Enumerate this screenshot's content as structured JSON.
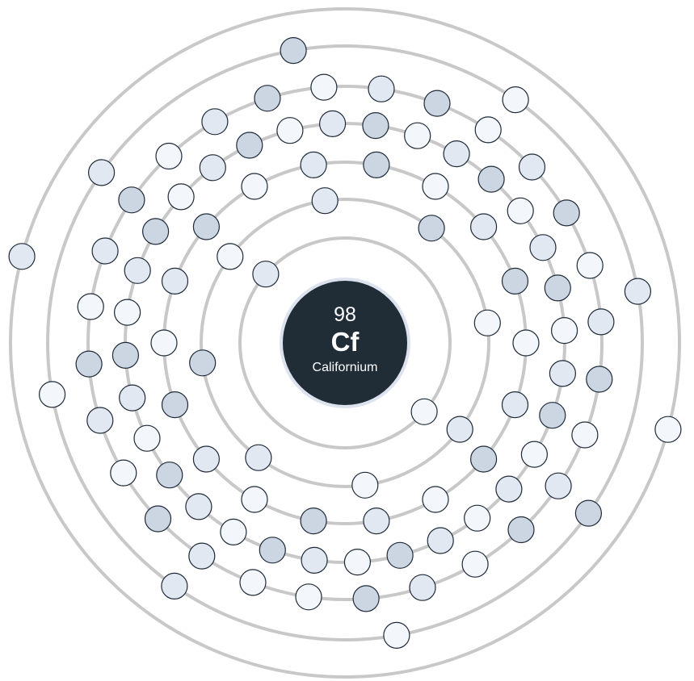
{
  "element": {
    "atomic_number": "98",
    "symbol": "Cf",
    "name": "Californium"
  },
  "colors": {
    "nucleus_fill": "#202c36",
    "nucleus_ring": "#dde3ee",
    "shell_stroke": "#c8c8c8",
    "electron_stroke": "#1e2a38",
    "electron_shades": [
      "#f3f6fb",
      "#e2e8f1",
      "#ccd6e3"
    ]
  },
  "shells": [
    {
      "shell": 1,
      "electrons": 2
    },
    {
      "shell": 2,
      "electrons": 8
    },
    {
      "shell": 3,
      "electrons": 18
    },
    {
      "shell": 4,
      "electrons": 32
    },
    {
      "shell": 5,
      "electrons": 28
    },
    {
      "shell": 6,
      "electrons": 8
    },
    {
      "shell": 7,
      "electrons": 2
    }
  ]
}
